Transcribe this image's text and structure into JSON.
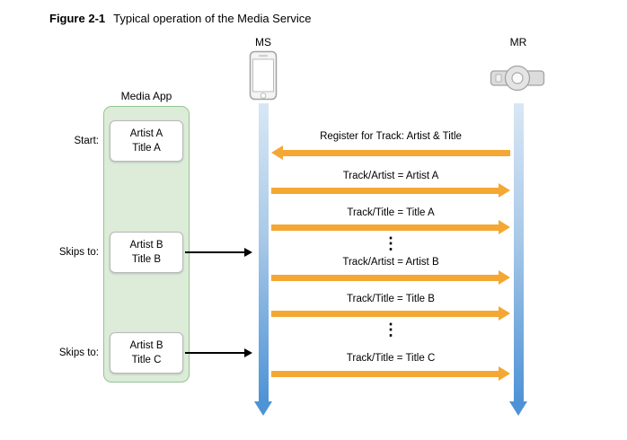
{
  "figure": {
    "label": "Figure 2-1",
    "title": "Typical operation of the Media Service"
  },
  "lifelines": [
    {
      "id": "ms",
      "label": "MS"
    },
    {
      "id": "mr",
      "label": "MR"
    }
  ],
  "media_app": {
    "label": "Media App",
    "states": [
      {
        "caption": "Start:",
        "line1": "Artist A",
        "line2": "Title A"
      },
      {
        "caption": "Skips to:",
        "line1": "Artist B",
        "line2": "Title B"
      },
      {
        "caption": "Skips to:",
        "line1": "Artist B",
        "line2": "Title C"
      }
    ]
  },
  "messages": [
    {
      "label": "Register for Track: Artist & Title",
      "direction": "left"
    },
    {
      "label": "Track/Artist = Artist A",
      "direction": "right"
    },
    {
      "label": "Track/Title = Title A",
      "direction": "right"
    },
    {
      "type": "ellipsis",
      "glyph": "⋮"
    },
    {
      "label": "Track/Artist = Artist B",
      "direction": "right"
    },
    {
      "label": "Track/Title = Title B",
      "direction": "right"
    },
    {
      "type": "ellipsis",
      "glyph": "⋮"
    },
    {
      "label": "Track/Title = Title C",
      "direction": "right"
    }
  ],
  "colors": {
    "message_arrow": "#F5A733",
    "lifeline_top": "#CFE1F2",
    "lifeline_bottom": "#4E93D6",
    "app_fill": "#DCECD9",
    "app_border": "#94C490"
  }
}
